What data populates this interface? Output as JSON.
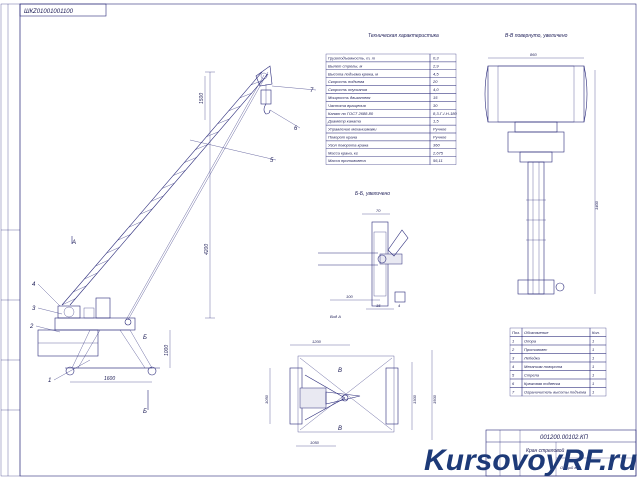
{
  "drawing_code_top": "ШКZ01001001100",
  "section_titles": {
    "tech": "Техническая характеристика",
    "section_bb": "В-В повернуто, увеличено",
    "section_bb_side": "Б-Б, увеличено",
    "view_label": "Вид А"
  },
  "tech_table": [
    [
      "Грузоподъемность, т, m",
      "0,3"
    ],
    [
      "Вылет стрелы, м",
      "2,9"
    ],
    [
      "Высота подъема крюка, м",
      "4,5"
    ],
    [
      "Скорость подъема",
      "20"
    ],
    [
      "Скорость опускания",
      "4,0"
    ],
    [
      "Мощность двигателя",
      "15"
    ],
    [
      "Частота вращения",
      "30"
    ],
    [
      "Канат по ГОСТ 2688-80",
      "8,3-Г-I-Н-180"
    ],
    [
      "Диаметр каната",
      "1,5"
    ],
    [
      "Управление механизмами",
      "Ручное"
    ],
    [
      "Поворот крана",
      "Ручное"
    ],
    [
      "Угол поворота крана",
      "360"
    ],
    [
      "Масса крана, кг",
      "2,675"
    ],
    [
      "Масса противовеса",
      "56,11"
    ]
  ],
  "callouts": [
    "1",
    "2",
    "3",
    "4",
    "5",
    "6",
    "7"
  ],
  "dimensions": {
    "boom_height": "4200",
    "top": "1500",
    "base_height": "1000",
    "base_width": "1600",
    "plan_top": "1200",
    "plan_left": "1050",
    "plan_right": "1300",
    "plan_far_right": "1500",
    "plan_bottom": "1050",
    "sec_width": "860",
    "sec_height": "1400",
    "detail_top": "70",
    "detail_a": "100",
    "detail_b": "15",
    "detail_c": "4"
  },
  "section_marks": {
    "a": "А",
    "b": "Б",
    "v": "В"
  },
  "parts_header": [
    "Поз.",
    "Обозначение",
    "Кол."
  ],
  "parts_list": [
    [
      "1",
      "Опора",
      "1"
    ],
    [
      "2",
      "Противовес",
      "1"
    ],
    [
      "3",
      "Лебедка",
      "1"
    ],
    [
      "4",
      "Механизм поворота",
      "1"
    ],
    [
      "5",
      "Стрела",
      "1"
    ],
    [
      "6",
      "Крюковая подвеска",
      "1"
    ],
    [
      "7",
      "Ограничитель высоты подъема",
      "1"
    ]
  ],
  "title_block": {
    "code": "001200.00102.КП",
    "name": "Кран стреловой",
    "subtitle": "Общий вид"
  },
  "watermark": "KursovoyRF.ru"
}
